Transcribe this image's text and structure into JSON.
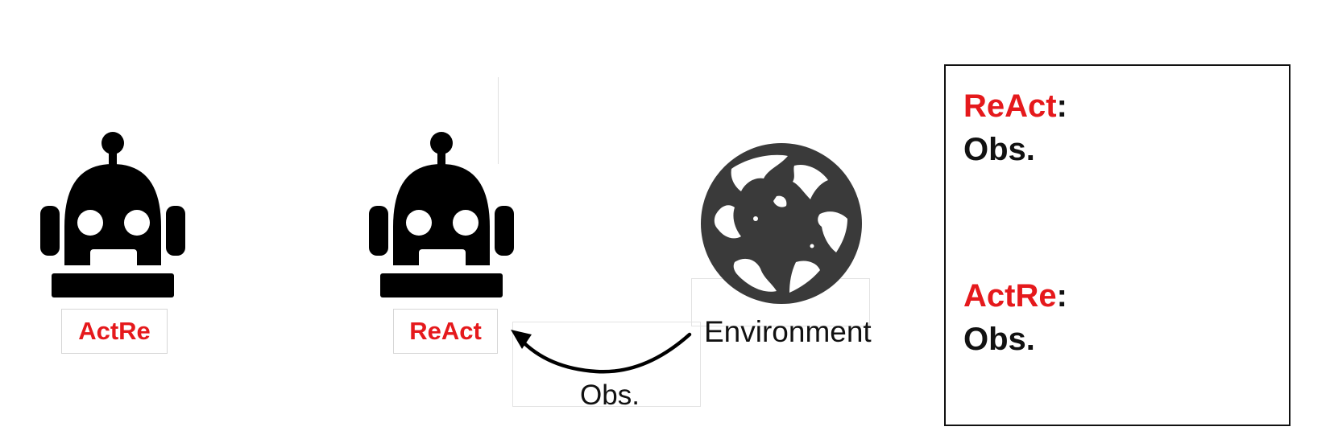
{
  "agents": [
    {
      "label": "ActRe",
      "color": "#e5191c"
    },
    {
      "label": "ReAct",
      "color": "#e5191c"
    }
  ],
  "environment": {
    "label": "Environment"
  },
  "arrow": {
    "label": "Obs."
  },
  "panel": {
    "entries": [
      {
        "name": "ReAct",
        "separator": ":",
        "value": "Obs."
      },
      {
        "name": "ActRe",
        "separator": ":",
        "value": "Obs."
      }
    ]
  },
  "colors": {
    "accent": "#e5191c",
    "ink": "#111111",
    "globe": "#3a3a3a"
  }
}
